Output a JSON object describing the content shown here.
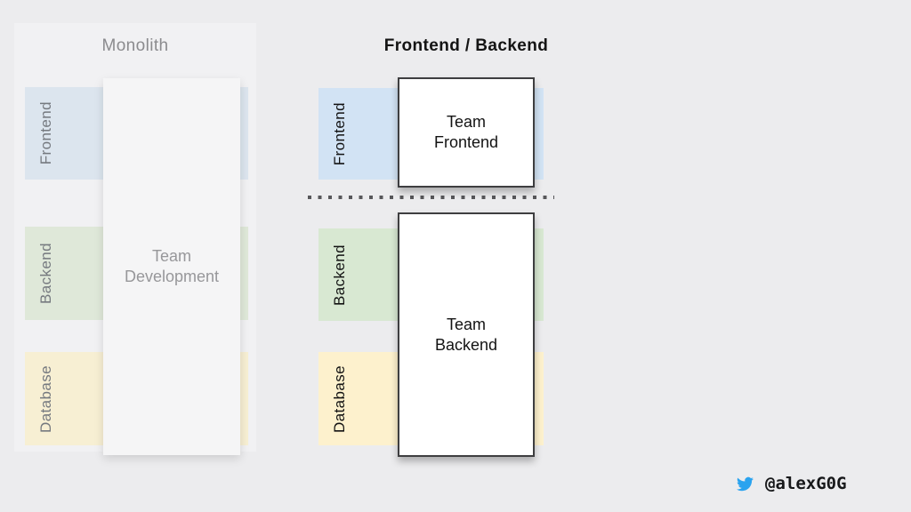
{
  "page": {
    "background": "#ececee"
  },
  "monolith": {
    "title": "Monolith",
    "layers": [
      {
        "label": "Frontend",
        "color": "#dce5ee"
      },
      {
        "label": "Backend",
        "color": "#dfe8d9"
      },
      {
        "label": "Database",
        "color": "#f7efd3"
      }
    ],
    "team_box": {
      "text": "Team\nDevelopment"
    }
  },
  "split": {
    "title": "Frontend / Backend",
    "layers": [
      {
        "label": "Frontend",
        "color": "#d2e3f4"
      },
      {
        "label": "Backend",
        "color": "#d8e8d2"
      },
      {
        "label": "Database",
        "color": "#fdf1cd"
      }
    ],
    "frontend_box": {
      "text": "Team\nFrontend"
    },
    "backend_box": {
      "text": "Team\nBackend"
    }
  },
  "footer": {
    "handle": "@alexG0G",
    "twitter_blue": "#2aa3ef"
  }
}
